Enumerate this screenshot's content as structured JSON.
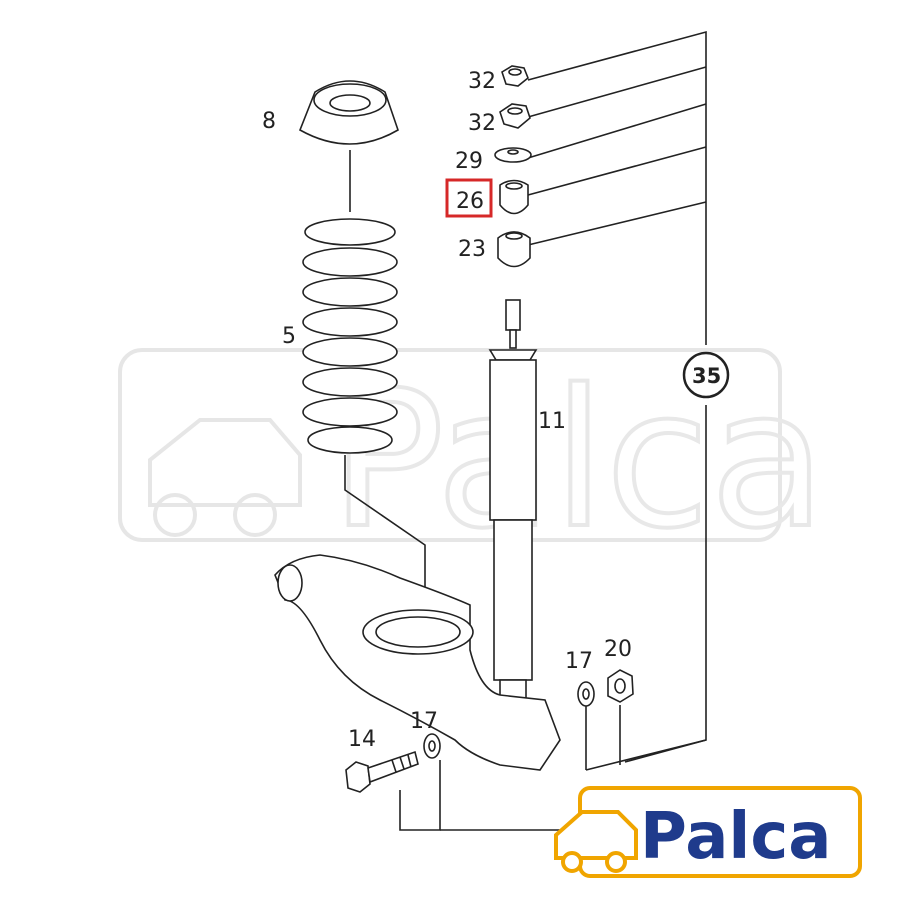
{
  "diagram": {
    "callouts": {
      "c8": "8",
      "c32a": "32",
      "c32b": "32",
      "c29": "29",
      "c26": "26",
      "c23": "23",
      "c5": "5",
      "c11": "11",
      "c35": "35",
      "c14": "14",
      "c17a": "17",
      "c17b": "17",
      "c20": "20"
    },
    "highlighted_part": "26",
    "highlight_color": "#d62828"
  },
  "watermark": {
    "text": "Palca"
  },
  "logo": {
    "text": "Palca",
    "text_color": "#1f3b8c",
    "accent_color": "#f0a500"
  }
}
